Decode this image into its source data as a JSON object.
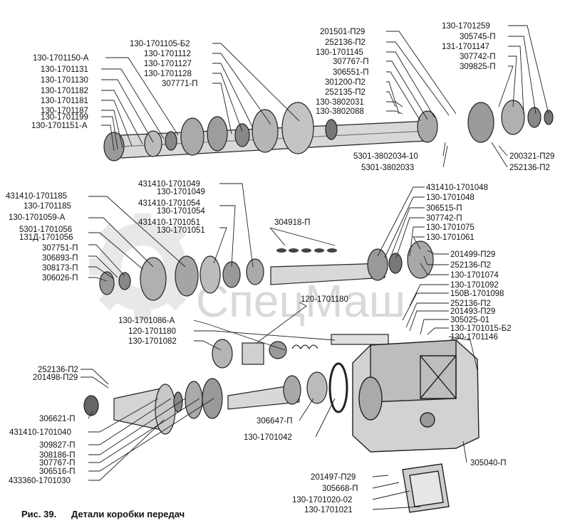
{
  "caption": {
    "figure_no": "Рис. 39.",
    "title": "Детали коробки передач"
  },
  "watermark": "СпецМаш",
  "labels": {
    "l01": "130-1701105-Б2",
    "l02": "130-1701112",
    "l03": "130-1701127",
    "l04": "130-1701128",
    "l05": "307771-П",
    "l06": "130-1701150-А",
    "l07": "130-1701131",
    "l08": "130-1701130",
    "l09": "130-1701182",
    "l10": "130-1701181",
    "l11": "130-1701187",
    "l12": "130-1701199",
    "l13": "130-1701151-А",
    "l14": "201501-П29",
    "l15": "252136-П2",
    "l16": "130-1701145",
    "l17": "307767-П",
    "l18": "306551-П",
    "l19": "301200-П2",
    "l20": "252135-П2",
    "l21": "130-3802031",
    "l22": "130-3802088",
    "l23": "130-1701259",
    "l24": "305745-П",
    "l25": "131-1701147",
    "l26": "307742-П",
    "l27": "309825-П",
    "l28": "5301-3802034-10",
    "l29": "5301-3802033",
    "l30": "200321-П29",
    "l31": "252136-П2",
    "l32": "431410-1701049",
    "l33": "130-1701049",
    "l34": "431410-1701054",
    "l35": "130-1701054",
    "l36": "431410-1701051",
    "l37": "130-1701051",
    "l38": "431410-1701185",
    "l39": "130-1701185",
    "l40": "130-1701059-А",
    "l41": "5301-1701056",
    "l42": "131Д-1701056",
    "l43": "307751-П",
    "l44": "306893-П",
    "l45": "308173-П",
    "l46": "306026-П",
    "l47": "304918-П",
    "l48": "431410-1701048",
    "l49": "130-1701048",
    "l50": "306515-П",
    "l51": "307742-П",
    "l52": "130-1701075",
    "l53": "130-1701061",
    "l54": "201499-П29",
    "l55": "252136-П2",
    "l56": "130-1701074",
    "l57": "130-1701092",
    "l58": "150В-1701098",
    "l59": "252136-П2",
    "l60": "201493-П29",
    "l61": "305025-01",
    "l62": "130-1701015-Б2",
    "l63": "130-1701146",
    "l64": "120-1701180",
    "l65": "130-1701086-А",
    "l66": "120-1701180",
    "l67": "130-1701082",
    "l68": "252136-П2",
    "l69": "201498-П29",
    "l70": "306621-П",
    "l71": "431410-1701040",
    "l72": "309827-П",
    "l73": "308186-П",
    "l74": "307767-П",
    "l75": "306516-П",
    "l76": "433360-1701030",
    "l77": "306647-П",
    "l78": "130-1701042",
    "l79": "305040-П",
    "l80": "201497-П29",
    "l81": "305668-П",
    "l82": "130-1701020-02",
    "l83": "130-1701021"
  }
}
